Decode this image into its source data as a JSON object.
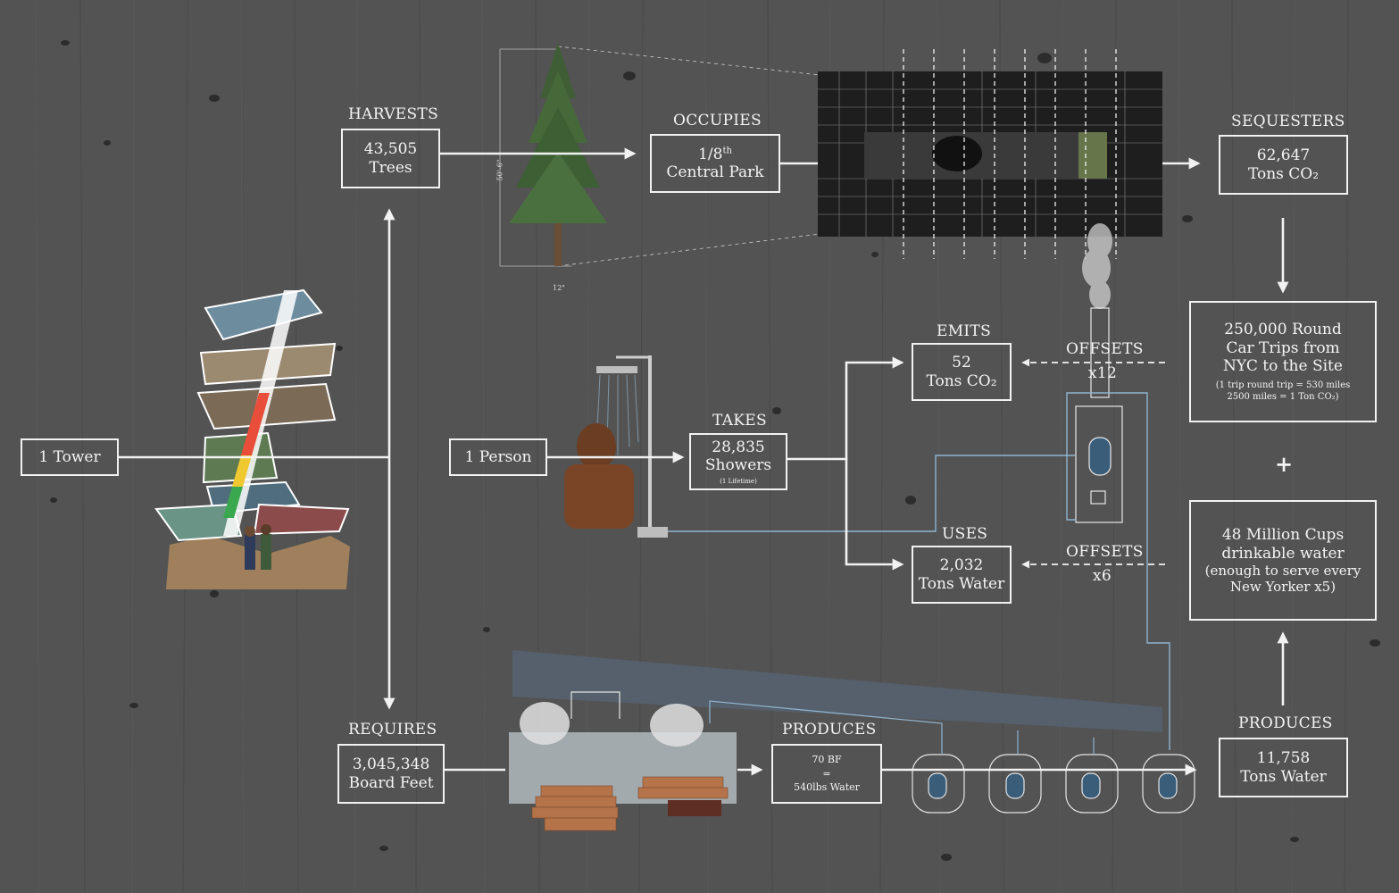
{
  "nodes": {
    "tower": {
      "line1": "1 Tower"
    },
    "person": {
      "line1": "1 Person"
    },
    "harvests": {
      "label": "HARVESTS",
      "line1": "43,505",
      "line2": "Trees"
    },
    "occupies": {
      "label": "OCCUPIES",
      "line1_main": "1/8",
      "line1_sup": "th",
      "line2": "Central Park"
    },
    "sequesters": {
      "label": "SEQUESTERS",
      "line1": "62,647",
      "line2": "Tons  CO₂"
    },
    "car_trips": {
      "line1": "250,000 Round",
      "line2": "Car Trips from",
      "line3": "NYC to the Site",
      "note1": "(1 trip round trip = 530 miles",
      "note2": "2500 miles = 1 Ton CO₂)"
    },
    "plus": {
      "symbol": "+"
    },
    "cups": {
      "line1": "48 Million Cups",
      "line2": "drinkable water",
      "line3": "(enough to serve every",
      "line4": "New Yorker x5)"
    },
    "takes": {
      "label": "TAKES",
      "line1": "28,835",
      "line2": "Showers",
      "note": "(1 Lifetime)"
    },
    "emits": {
      "label": "EMITS",
      "line1": "52",
      "line2": "Tons  CO₂"
    },
    "uses": {
      "label": "USES",
      "line1": "2,032",
      "line2": "Tons  Water"
    },
    "offsets_top": {
      "label": "OFFSETS",
      "mult": "x12"
    },
    "offsets_bottom": {
      "label": "OFFSETS",
      "mult": "x6"
    },
    "requires": {
      "label": "REQUIRES",
      "line1": "3,045,348",
      "line2": "Board Feet"
    },
    "produces_mid": {
      "label": "PRODUCES",
      "line1": "70 BF",
      "line2": "=",
      "line3": "540lbs Water"
    },
    "produces_right": {
      "label": "PRODUCES",
      "line1": "11,758",
      "line2": "Tons Water"
    }
  },
  "tree_dims": {
    "height": "50'-6\"",
    "width": "12\""
  },
  "colors": {
    "background": "#535353",
    "line": "#f2f2f2",
    "pipe": "#8fb4cf"
  }
}
